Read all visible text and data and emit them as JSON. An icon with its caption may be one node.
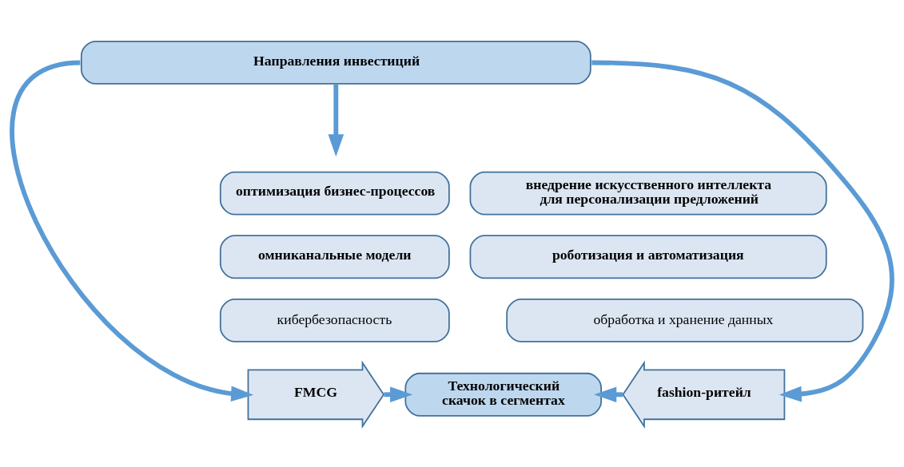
{
  "diagram": {
    "nodes": [
      {
        "text": [
          "Направления инвестиций"
        ]
      },
      {
        "text": [
          "оптимизация бизнес-процессов"
        ]
      },
      {
        "text": [
          "внедрение искусственного интеллекта для персонализации предложений"
        ]
      },
      {
        "text": [
          "омниканальные модели"
        ]
      },
      {
        "text": [
          "роботизация и автоматизация"
        ]
      },
      {
        "text": [
          "кибербезопасность"
        ]
      },
      {
        "text": [
          "обработка и хранение данных"
        ]
      },
      {
        "text": [
          "FMCG"
        ]
      },
      {
        "text": [
          "Технологический скачок в сегментах"
        ]
      },
      {
        "text": [
          "fashion-ритейл"
        ]
      }
    ],
    "edges": [
      {
        "from": 0,
        "to": null,
        "arrow": "to"
      },
      {
        "from": 0,
        "to": 7,
        "arrow": "to"
      },
      {
        "from": 0,
        "to": 9,
        "arrow": "to"
      },
      {
        "from": 7,
        "to": 8,
        "arrow": "to"
      },
      {
        "from": 9,
        "to": 8,
        "arrow": "to"
      }
    ]
  }
}
